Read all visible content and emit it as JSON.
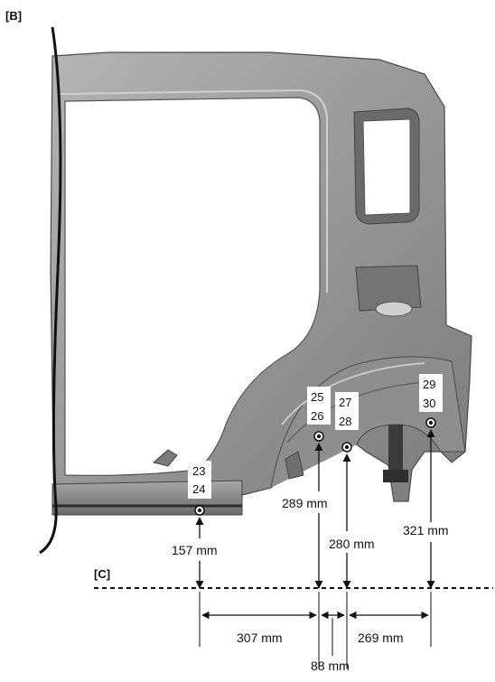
{
  "diagram": {
    "section_labels": {
      "top": "[B]",
      "baseline": "[C]"
    },
    "measurement_points": [
      {
        "id": "p23-24",
        "numbers": [
          "23",
          "24"
        ],
        "height": "157 mm"
      },
      {
        "id": "p25-26",
        "numbers": [
          "25",
          "26"
        ],
        "height": "289 mm"
      },
      {
        "id": "p27-28",
        "numbers": [
          "27",
          "28"
        ],
        "height": "280 mm"
      },
      {
        "id": "p29-30",
        "numbers": [
          "29",
          "30"
        ],
        "height": "321 mm"
      }
    ],
    "horizontal_dimensions": [
      "307 mm",
      "88 mm",
      "269 mm"
    ],
    "colors": {
      "body_panel": "#9a9a9a",
      "body_dark": "#5e5e5e",
      "line": "#111111"
    }
  }
}
